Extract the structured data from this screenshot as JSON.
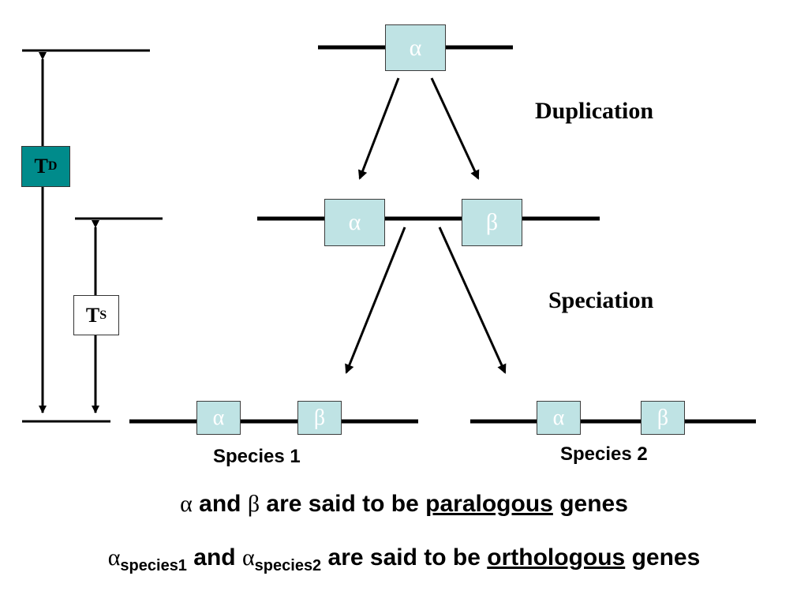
{
  "labels": {
    "duplication": "Duplication",
    "speciation": "Speciation",
    "species1": "Species 1",
    "species2": "Species 2"
  },
  "timeline": {
    "td_letter": "T",
    "td_sub": "D",
    "ts_letter": "T",
    "ts_sub": "S",
    "td_color": "#008b8b"
  },
  "genes": {
    "alpha": "α",
    "beta": "β",
    "box_color": "#bfe3e4"
  },
  "statements": {
    "line1": {
      "alpha": "α",
      "and": " and ",
      "beta": "β",
      "mid": " are said to be ",
      "term": "paralogous",
      "end": " genes"
    },
    "line2": {
      "alpha1": "α",
      "sub1": "species1",
      "and": " and ",
      "alpha2": "α",
      "sub2": "species2",
      "mid": " are said to be ",
      "term": "orthologous",
      "end": " genes"
    }
  }
}
